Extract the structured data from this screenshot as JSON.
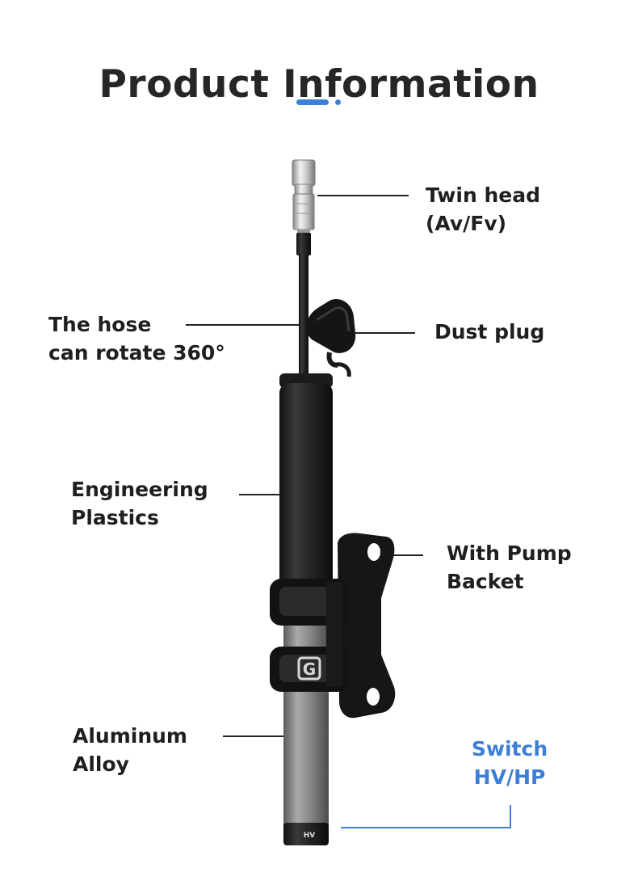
{
  "page": {
    "title": "Product Information",
    "accent_color": "#3d7fd6"
  },
  "callouts": {
    "twin_head": {
      "line1": "Twin head",
      "line2": "(Av/Fv)"
    },
    "hose": {
      "line1": "The hose",
      "line2": "can rotate 360°"
    },
    "dust_plug": {
      "line1": "Dust plug"
    },
    "engineering_plastics": {
      "line1": "Engineering",
      "line2": "Plastics"
    },
    "pump_bracket": {
      "line1": "With Pump",
      "line2": "Backet"
    },
    "aluminum_alloy": {
      "line1": "Aluminum",
      "line2": "Alloy"
    },
    "switch": {
      "line1": "Switch",
      "line2": "HV/HP",
      "color": "#3d7fd6"
    }
  },
  "product_marks": {
    "logo_letter": "G",
    "switch_mark": "HV"
  }
}
